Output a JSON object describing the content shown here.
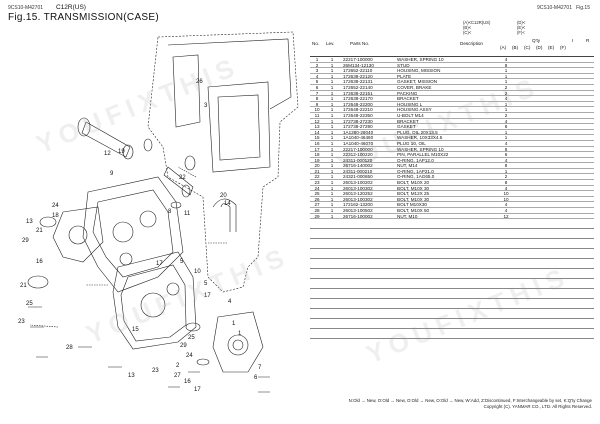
{
  "header": {
    "doc_code_left": "9CS10-M42701",
    "model": "C12R(US)",
    "doc_code_right": "9CS10-M42701",
    "fig_ref": "Fig.15",
    "title": "Fig.15.  TRANSMISSION(CASE)"
  },
  "table": {
    "col_no": "No.",
    "col_lev": "Lev.",
    "col_pn": "Parts No.",
    "col_desc": "Description",
    "col_qty": "Q'ty",
    "col_i": "I",
    "col_r": "R",
    "qty_cols": [
      "(A)",
      "(B)",
      "(C)",
      "(D)",
      "(E)",
      "(F)"
    ],
    "model_codes_1": [
      "(A)<C12R(US)",
      "(B)<",
      "(C)<"
    ],
    "model_codes_2": [
      "(D)<",
      "(E)<",
      "(F)<"
    ],
    "rows": [
      {
        "no": "1",
        "lev": "1",
        "pn": "22217-100000",
        "desc": "WASHER, SPRING 10",
        "qty": "4"
      },
      {
        "no": "2",
        "lev": "1",
        "pn": "26M134-12130",
        "desc": "STUD",
        "qty": "8"
      },
      {
        "no": "3",
        "lev": "1",
        "pn": "172652-22110",
        "desc": "HOUSING, MISSION",
        "qty": "1"
      },
      {
        "no": "4",
        "lev": "1",
        "pn": "172638-22120",
        "desc": "PLATE",
        "qty": "1"
      },
      {
        "no": "5",
        "lev": "1",
        "pn": "172638-22131",
        "desc": "GASKET, MISSION",
        "qty": "1"
      },
      {
        "no": "6",
        "lev": "1",
        "pn": "172652-22140",
        "desc": "COVER, BRAKE",
        "qty": "2"
      },
      {
        "no": "7",
        "lev": "1",
        "pn": "172638-22151",
        "desc": "PACKING",
        "qty": "2"
      },
      {
        "no": "8",
        "lev": "1",
        "pn": "172638-22170",
        "desc": "BRACKET",
        "qty": "4"
      },
      {
        "no": "9",
        "lev": "1",
        "pn": "172648-22200",
        "desc": "HOUSING L",
        "qty": "1"
      },
      {
        "no": "10",
        "lev": "1",
        "pn": "172648-22210",
        "desc": "HOUSING ASSY",
        "qty": "1"
      },
      {
        "no": "11",
        "lev": "1",
        "pn": "172648-22350",
        "desc": "U-BOLT M14",
        "qty": "2"
      },
      {
        "no": "12",
        "lev": "1",
        "pn": "172738-27230",
        "desc": "BRACKET",
        "qty": "4"
      },
      {
        "no": "13",
        "lev": "1",
        "pn": "172738-27290",
        "desc": "GASKET",
        "qty": "8"
      },
      {
        "no": "14",
        "lev": "1",
        "pn": "1A1380-28040",
        "desc": "PLUG, OIL 20X13.5",
        "qty": "1"
      },
      {
        "no": "15",
        "lev": "1",
        "pn": "1A1040-46460",
        "desc": "WASHER, 10X33X4.5",
        "qty": "1"
      },
      {
        "no": "16",
        "lev": "1",
        "pn": "1A1040-46070",
        "desc": "PLUG 10, OIL",
        "qty": "4"
      },
      {
        "no": "17",
        "lev": "1",
        "pn": "22217-100000",
        "desc": "WASHER, SPRING 10",
        "qty": "8"
      },
      {
        "no": "18",
        "lev": "1",
        "pn": "22312-100220",
        "desc": "PIN, PARALLEL M10X22",
        "qty": "6"
      },
      {
        "no": "19",
        "lev": "1",
        "pn": "24311-000120",
        "desc": "O-RING, 1AP12.0",
        "qty": "4"
      },
      {
        "no": "20",
        "lev": "1",
        "pn": "26716-140002",
        "desc": "NUT, M14",
        "qty": "8"
      },
      {
        "no": "21",
        "lev": "1",
        "pn": "24311-000210",
        "desc": "O-RING, 1AP21.0",
        "qty": "1"
      },
      {
        "no": "22",
        "lev": "1",
        "pn": "24321-000650",
        "desc": "O-RING, 1AG65.0",
        "qty": "2"
      },
      {
        "no": "23",
        "lev": "1",
        "pn": "26013-100202",
        "desc": "BOLT, M10X 20",
        "qty": "8"
      },
      {
        "no": "24",
        "lev": "1",
        "pn": "26013-100302",
        "desc": "BOLT, M10X 30",
        "qty": "4"
      },
      {
        "no": "25",
        "lev": "1",
        "pn": "26013-120252",
        "desc": "BOLT, M12X 25",
        "qty": "10"
      },
      {
        "no": "26",
        "lev": "1",
        "pn": "26013-100302",
        "desc": "BOLT, M10X 30",
        "qty": "10"
      },
      {
        "no": "27",
        "lev": "1",
        "pn": "172162-13200",
        "desc": "BOLT M10X30",
        "qty": "4"
      },
      {
        "no": "28",
        "lev": "1",
        "pn": "26013-100502",
        "desc": "BOLT, M10X 50",
        "qty": "4"
      },
      {
        "no": "29",
        "lev": "1",
        "pn": "26716-100002",
        "desc": "NUT, M10",
        "qty": "12"
      }
    ]
  },
  "footer": {
    "legend": "N:Old → New, O:Old → New, O:Old → New, O:Old → New, W:Add, Z:Discontinued, F:Interchangeable by set, K:Q'ty Change",
    "copyright": "Copyright (C). YANMAR CO., LTD. All Rights Reserved."
  },
  "watermark": "YOUFIXTHIS"
}
